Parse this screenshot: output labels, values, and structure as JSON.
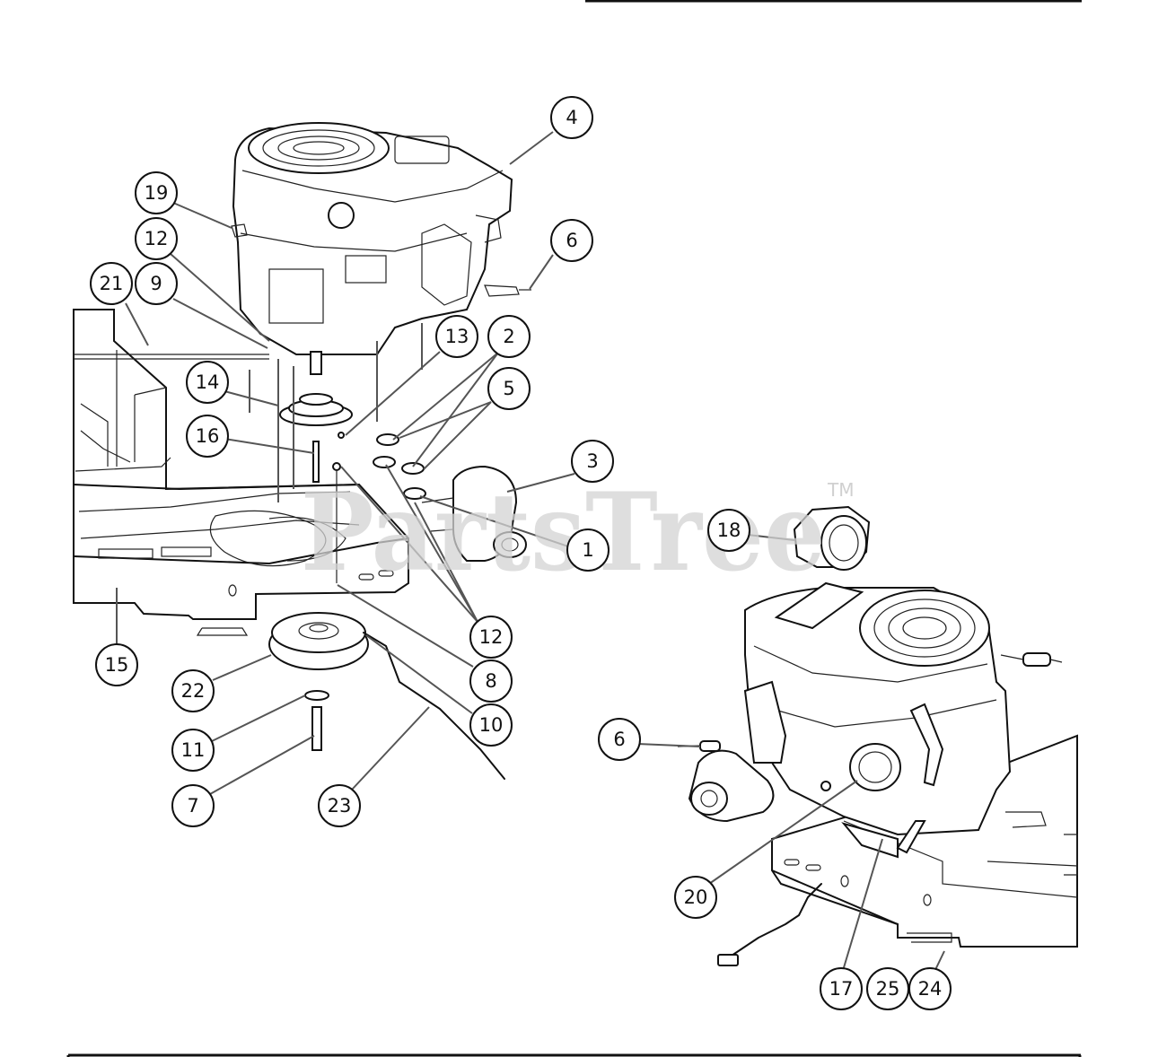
{
  "watermark": {
    "text": "PartsTree",
    "tm": "TM"
  },
  "callouts": [
    "4",
    "19",
    "12",
    "6",
    "21",
    "9",
    "13",
    "2",
    "14",
    "5",
    "16",
    "3",
    "1",
    "18",
    "15",
    "12",
    "22",
    "8",
    "11",
    "10",
    "6",
    "7",
    "23",
    "20",
    "17",
    "25",
    "24"
  ]
}
